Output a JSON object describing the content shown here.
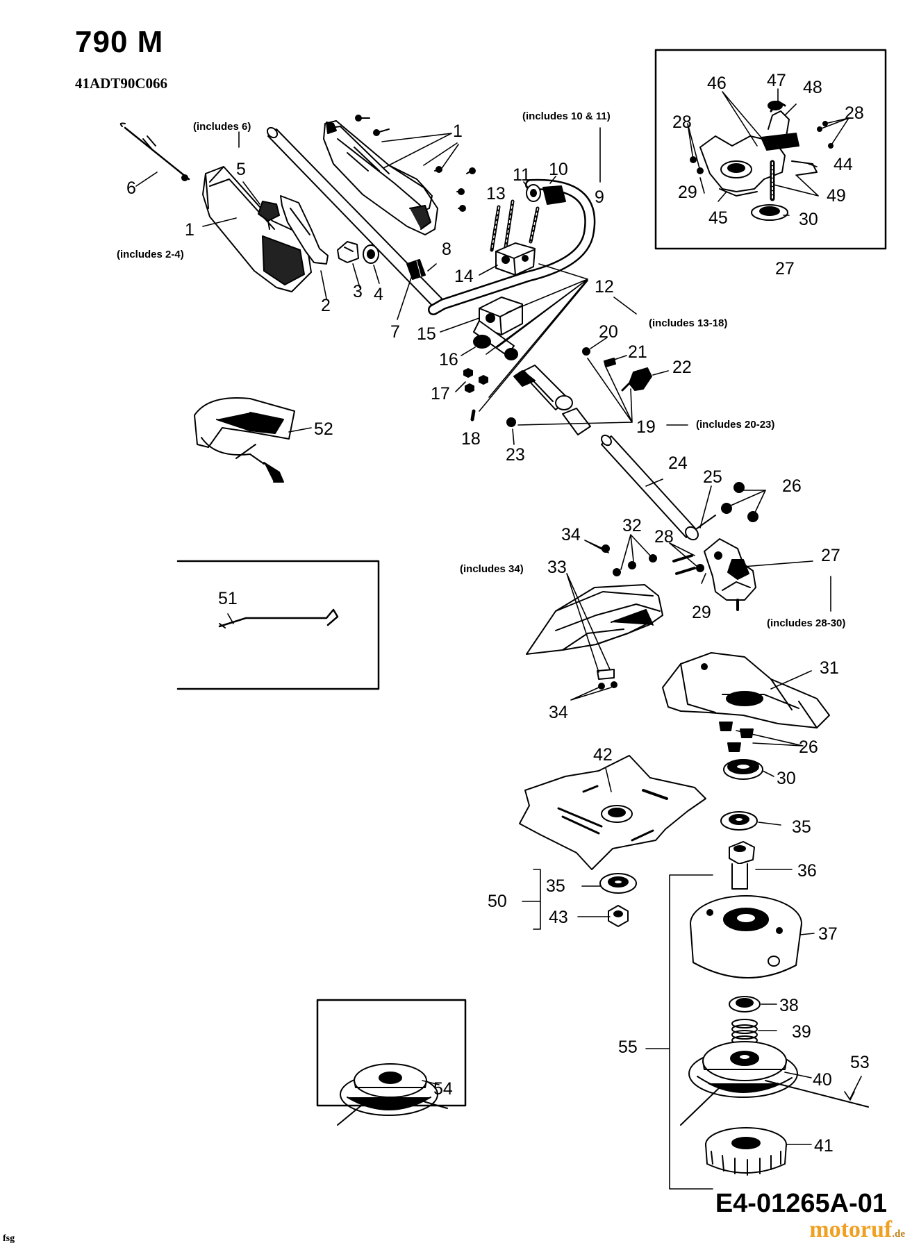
{
  "header": {
    "title": "790 M",
    "model_code": "41ADT90C066"
  },
  "footer": {
    "diagram_code": "E4-01265A-01",
    "signature": "fsg",
    "brand": "motoruf",
    "brand_domain": ".de",
    "brand_color": "#f0a020"
  },
  "notes": {
    "includes_6": "(includes 6)",
    "includes_2_4": "(includes 2-4)",
    "includes_10_11": "(includes 10 & 11)",
    "includes_13_18": "(includes 13-18)",
    "includes_20_23": "(includes 20-23)",
    "includes_34": "(includes 34)",
    "includes_28_30": "(includes 28-30)"
  },
  "labels": {
    "p1a": "1",
    "p1b": "1",
    "p2": "2",
    "p3": "3",
    "p4": "4",
    "p5": "5",
    "p6": "6",
    "p7": "7",
    "p8": "8",
    "p9": "9",
    "p10": "10",
    "p11": "11",
    "p12": "12",
    "p13": "13",
    "p14": "14",
    "p15": "15",
    "p16": "16",
    "p17": "17",
    "p18": "18",
    "p19": "19",
    "p20": "20",
    "p21": "21",
    "p22": "22",
    "p23": "23",
    "p24": "24",
    "p25": "25",
    "p26a": "26",
    "p26b": "26",
    "p27a": "27",
    "p27b": "27",
    "p28a": "28",
    "p28b": "28",
    "p28c": "28",
    "p29a": "29",
    "p29b": "29",
    "p30a": "30",
    "p30b": "30",
    "p31": "31",
    "p32": "32",
    "p33": "33",
    "p34a": "34",
    "p34b": "34",
    "p35a": "35",
    "p35b": "35",
    "p36": "36",
    "p37": "37",
    "p38": "38",
    "p39": "39",
    "p40": "40",
    "p41": "41",
    "p42": "42",
    "p43": "43",
    "p44": "44",
    "p45": "45",
    "p46": "46",
    "p47": "47",
    "p48": "48",
    "p49": "49",
    "p50": "50",
    "p51": "51",
    "p52": "52",
    "p53": "53",
    "p54": "54",
    "p55": "55"
  }
}
